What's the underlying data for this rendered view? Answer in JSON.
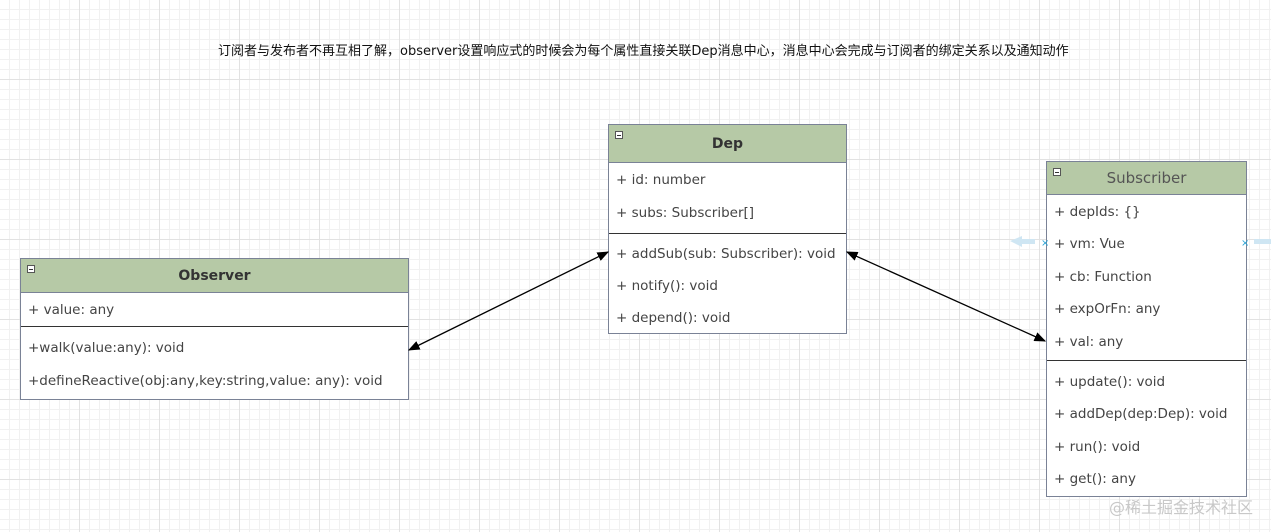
{
  "note": "订阅者与发布者不再互相了解，observer设置响应式的时候会为每个属性直接关联Dep消息中心，消息中心会完成与订阅者的绑定关系以及通知动作",
  "classes": {
    "dep": {
      "name": "Dep",
      "fields": [
        "+ id: number",
        "+ subs: Subscriber[]"
      ],
      "methods": [
        "+ addSub(sub: Subscriber): void",
        "+ notify(): void",
        "+ depend(): void"
      ]
    },
    "observer": {
      "name": "Observer",
      "fields": [
        "+ value: any"
      ],
      "methods": [
        "+walk(value:any): void",
        "+defineReactive(obj:any,key:string,value: any): void"
      ]
    },
    "subscriber": {
      "name": "Subscriber",
      "fields": [
        "+ depIds: {}",
        "+ vm: Vue",
        "+ cb: Function",
        "+ expOrFn: any",
        "+ val: any"
      ],
      "methods": [
        "+ update(): void",
        "+ addDep(dep:Dep): void",
        "+ run(): void",
        "+ get(): any"
      ]
    }
  },
  "watermark": "@稀土掘金技术社区"
}
